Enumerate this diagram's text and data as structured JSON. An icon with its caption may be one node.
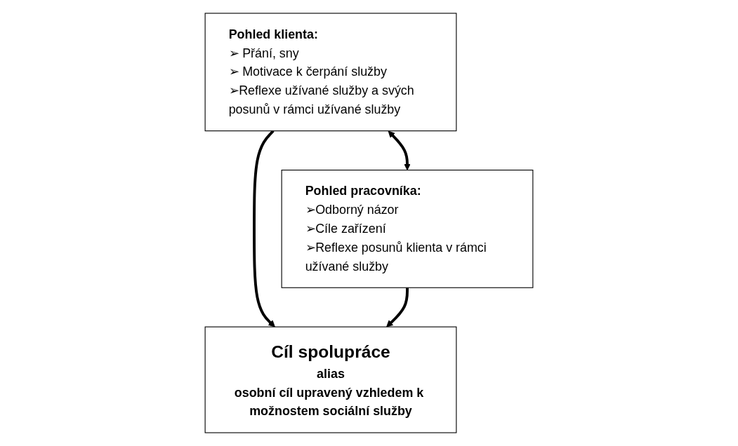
{
  "diagram": {
    "nodes": [
      {
        "text": [
          "Pohled klienta:",
          "➢ Přání, sny",
          "➢ Motivace k čerpání služby",
          "➢Reflexe užívané služby a svých posunů v rámci užívané služby"
        ]
      },
      {
        "text": [
          "Pohled pracovníka:",
          "➢Odborný názor",
          "➢Cíle zařízení",
          "➢Reflexe posunů klienta v rámci užívané služby"
        ]
      },
      {
        "text": [
          "Cíl spolupráce",
          "alias",
          "osobní cíl upravený vzhledem k možnostem sociální služby"
        ]
      }
    ],
    "edges": [
      {
        "from": 0,
        "to": 1,
        "arrow": "both"
      },
      {
        "from": 0,
        "to": 2,
        "arrow": "to"
      },
      {
        "from": 1,
        "to": 2,
        "arrow": "to"
      }
    ]
  }
}
